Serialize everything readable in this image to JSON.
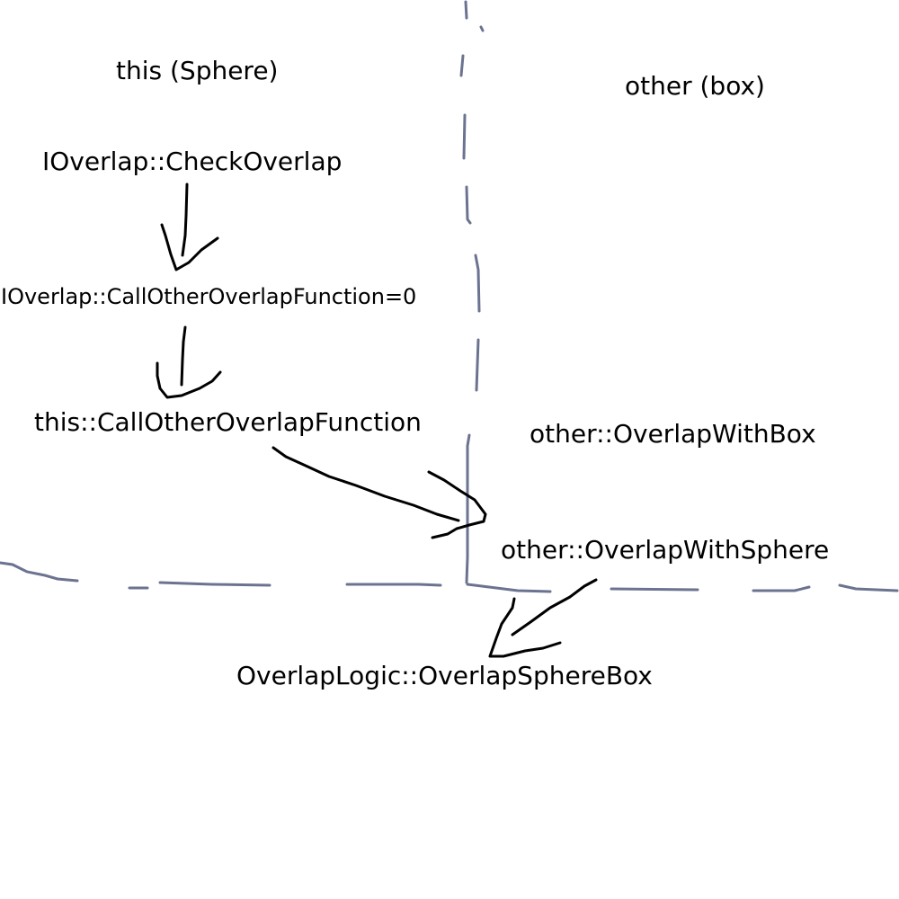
{
  "diagram": {
    "regions": {
      "left": "this (Sphere)",
      "right": "other (box)"
    },
    "nodes": {
      "check_overlap": "IOverlap::CheckOverlap",
      "call_other_pure": "IOverlap::CallOtherOverlapFunction=0",
      "this_call_other": "this::CallOtherOverlapFunction",
      "overlap_with_box": "other::OverlapWithBox",
      "overlap_with_sphere": "other::OverlapWithSphere",
      "overlap_sphere_box": "OverlapLogic::OverlapSphereBox"
    },
    "colors": {
      "divider": "#6b7390",
      "arrow": "#000000",
      "text": "#000000",
      "background": "#ffffff"
    }
  }
}
